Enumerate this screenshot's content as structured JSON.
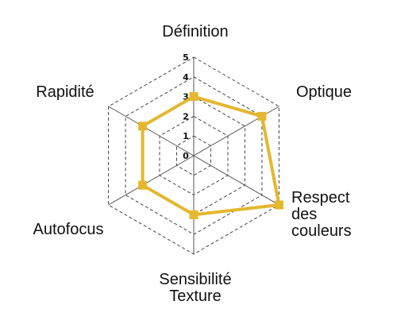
{
  "chart_data": {
    "type": "radar",
    "axes": [
      {
        "label_lines": [
          "Définition"
        ]
      },
      {
        "label_lines": [
          "Optique"
        ]
      },
      {
        "label_lines": [
          "Respect",
          "des",
          "couleurs"
        ]
      },
      {
        "label_lines": [
          "Sensibilité",
          "Texture"
        ]
      },
      {
        "label_lines": [
          "Autofocus"
        ]
      },
      {
        "label_lines": [
          "Rapidité"
        ]
      }
    ],
    "ticks": [
      "0",
      "1",
      "2",
      "3",
      "4",
      "5"
    ],
    "range": [
      0,
      5
    ],
    "series": [
      {
        "values": [
          3,
          4,
          5,
          3,
          3,
          3
        ],
        "color": "#E4B72E"
      }
    ],
    "grid": true
  }
}
